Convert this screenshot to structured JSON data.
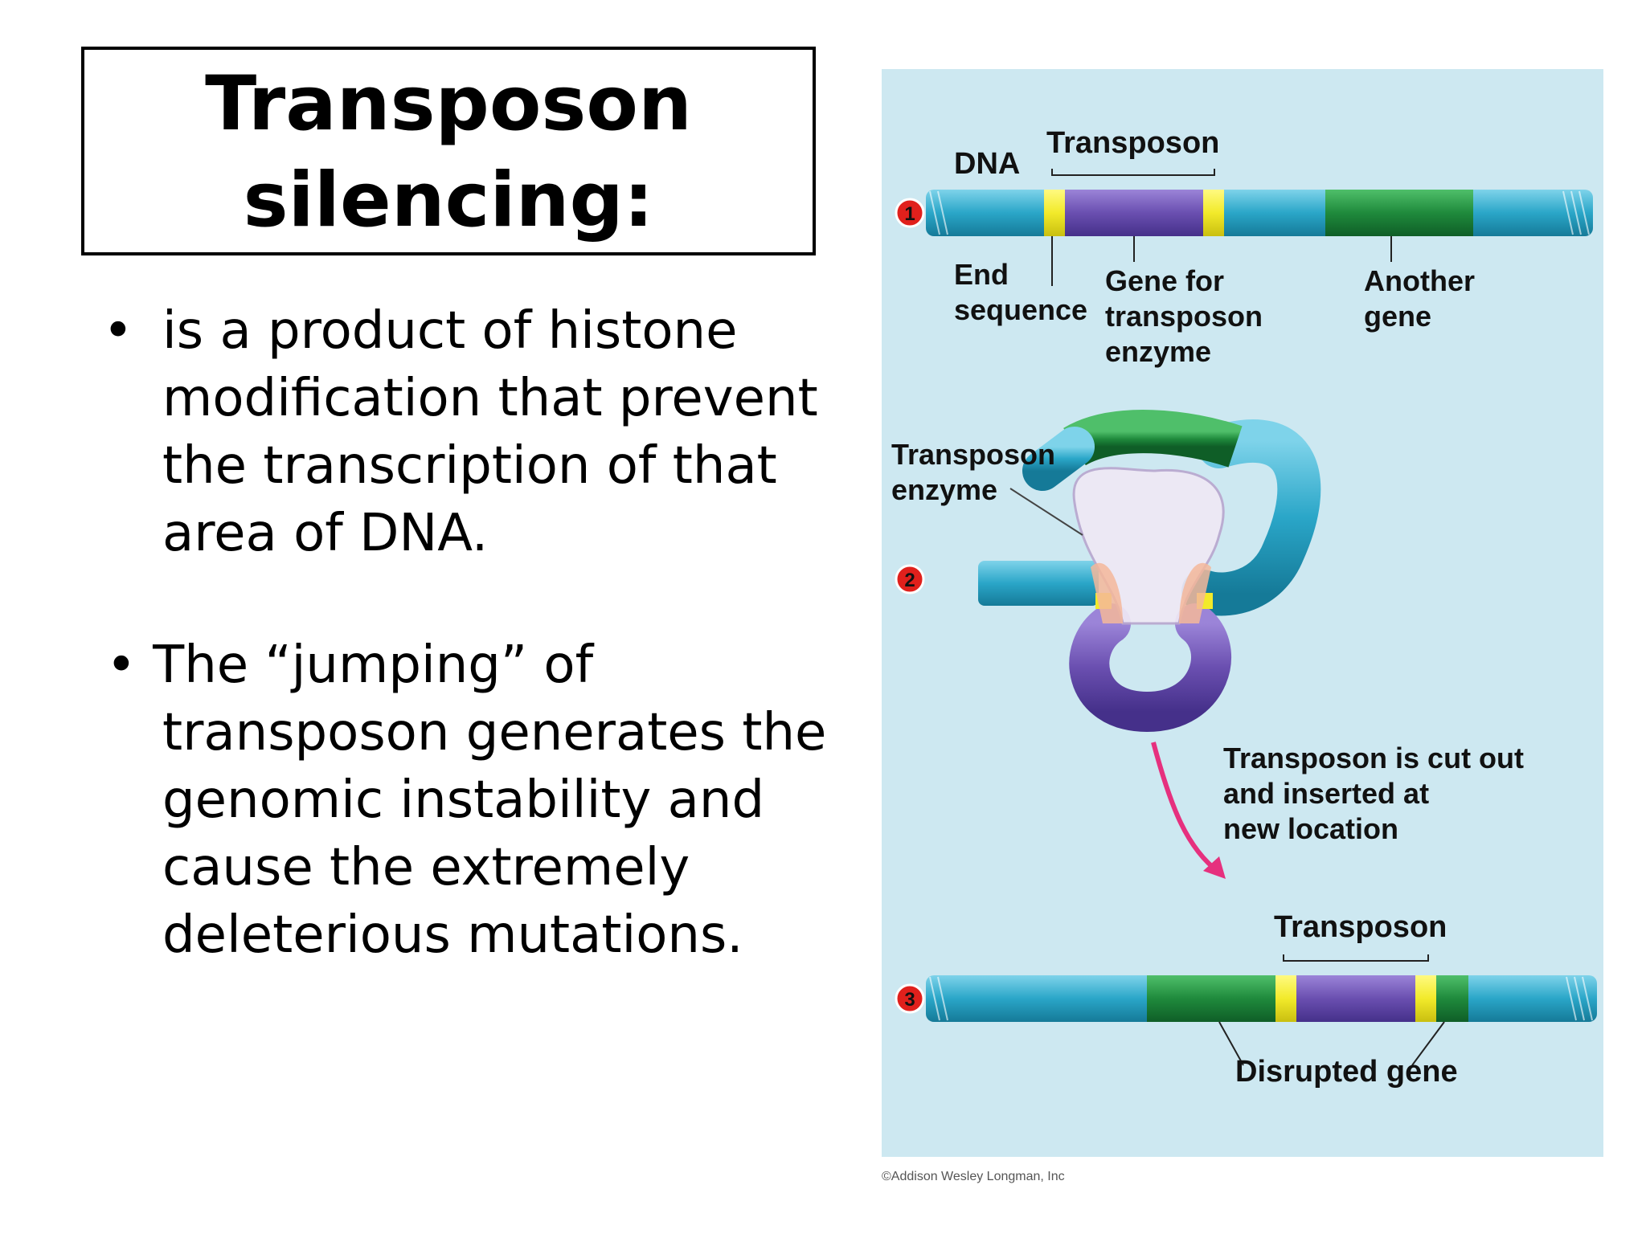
{
  "slide": {
    "title_line1": "Transposon",
    "title_line2": "silencing:",
    "bullet1_marker": "•",
    "bullet1": "is a product of histone modification that prevent the transcription of that area of DNA.",
    "bullet2": "• The “jumping” of transposon generates the genomic instability and cause the extremely deleterious mutations."
  },
  "figure": {
    "step1": {
      "number": "1",
      "dna": "DNA",
      "transposon": "Transposon",
      "end_sequence_1": "End",
      "end_sequence_2": "sequence",
      "gene_for_1": "Gene for",
      "gene_for_2": "transposon",
      "gene_for_3": "enzyme",
      "another_1": "Another",
      "another_2": "gene"
    },
    "step2": {
      "number": "2",
      "enzyme_1": "Transposon",
      "enzyme_2": "enzyme",
      "cut_1": "Transposon is cut out",
      "cut_2": "and inserted at",
      "cut_3": "new location"
    },
    "step3": {
      "number": "3",
      "transposon": "Transposon",
      "disrupted": "Disrupted gene"
    },
    "credit": "©Addison Wesley Longman, Inc",
    "colors": {
      "background": "#cde8f1",
      "dna_blue": "#2aa6c8",
      "gene_green": "#1f8a3c",
      "transposon_purple": "#6a4fb0",
      "end_yellow": "#f2ea2a",
      "number_red": "#e0201c",
      "arrow_pink": "#e6307e"
    }
  }
}
